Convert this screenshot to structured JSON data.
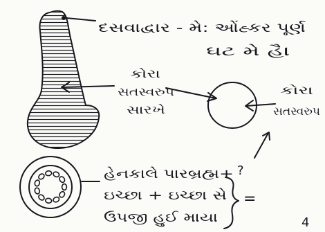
{
  "colors": {
    "paper": "#fbfbf8",
    "ink": "#17171f"
  },
  "annotations": {
    "tenth_door": {
      "line1": "દસવાદ્વાર - મે: ઓંહ્કર પૂર્ણ",
      "line2": "ઘટ મે હૈ।"
    },
    "left_label": {
      "line1": "કોરા",
      "line2": "સતસ્વરુપ",
      "line3": "સારખે"
    },
    "right_label": {
      "line1": "કોરા",
      "line2": "સતસ્વરુપ"
    },
    "bottom_label": {
      "line1": "હેનકાલે પારબ્રહ્મ+",
      "line2": "ઇચ્છા + ઇચ્છા સે",
      "line3": "ઉપજી હુઈ માયા"
    },
    "question_mark": "?",
    "equals_sign": "=",
    "page_number": "4"
  }
}
